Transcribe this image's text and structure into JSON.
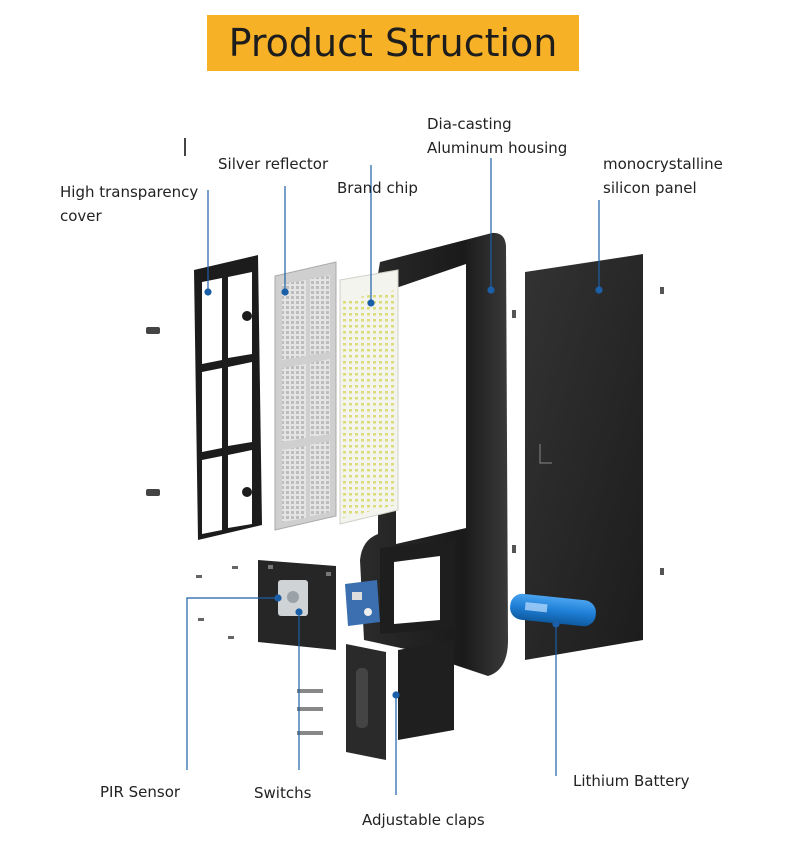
{
  "title": "Product Struction",
  "labels": {
    "high_transparency_line1": "High transparency",
    "high_transparency_line2": "cover",
    "silver_reflector": "Silver reflector",
    "brand_chip": "Brand chip",
    "dia_casting_line1": "Dia-casting",
    "dia_casting_line2": "Aluminum housing",
    "mono_line1": "monocrystalline",
    "mono_line2": "silicon panel",
    "pir_sensor": "PIR Sensor",
    "switchs": "Switchs",
    "adjustable_claps": "Adjustable claps",
    "lithium_battery": "Lithium Battery"
  },
  "colors": {
    "banner": "#f7b127",
    "leader_line": "#1b5fa8",
    "housing": "#1e1e1e",
    "panel": "#2a2a2a",
    "battery": "#1e7fd6"
  }
}
